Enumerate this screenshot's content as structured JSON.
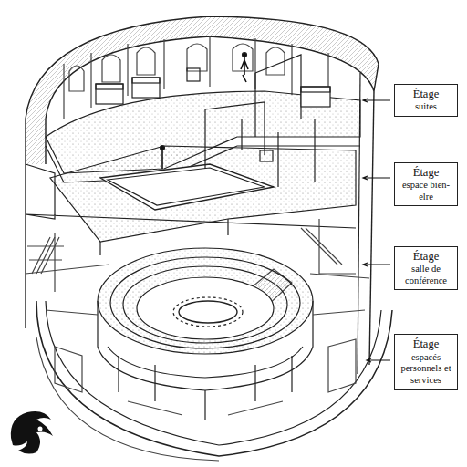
{
  "diagram": {
    "nodes": [
      {
        "text": [
          "Étage",
          "suites"
        ]
      },
      {
        "text": [
          "Étage",
          "espace bien-elre"
        ]
      },
      {
        "text": [
          "Étage",
          "salle de conférence"
        ]
      },
      {
        "text": [
          "Étage",
          "espacés personnels et services"
        ]
      }
    ]
  }
}
